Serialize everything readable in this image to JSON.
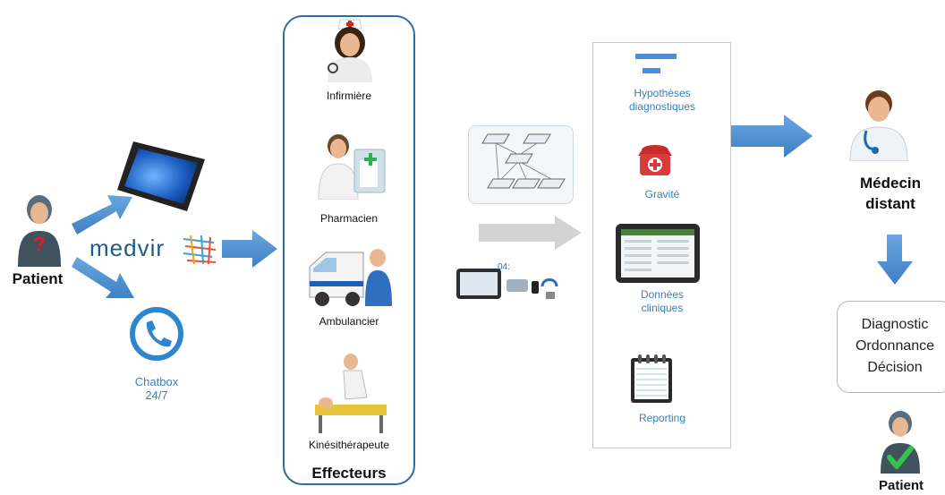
{
  "patient_left": {
    "label": "Patient"
  },
  "medvir": {
    "logo_text": "medvir"
  },
  "chatbox": {
    "label_line1": "Chatbox",
    "label_line2": "24/7"
  },
  "effecteurs": {
    "title": "Effecteurs",
    "items": [
      {
        "label": "Infirmière",
        "icon": "nurse-icon"
      },
      {
        "label": "Pharmacien",
        "icon": "pharmacist-icon"
      },
      {
        "label": "Ambulancier",
        "icon": "ambulance-icon"
      },
      {
        "label": "Kinésithérapeute",
        "icon": "physiotherapist-icon"
      }
    ]
  },
  "panel": {
    "items": [
      {
        "label_line1": "Hypothèses",
        "label_line2": "diagnostiques",
        "icon": "hypothesis-icon"
      },
      {
        "label_line1": "Gravité",
        "label_line2": "",
        "icon": "emergency-phone-icon"
      },
      {
        "label_line1": "Données",
        "label_line2": "cliniques",
        "icon": "tablet-data-icon"
      },
      {
        "label_line1": "Reporting",
        "label_line2": "",
        "icon": "notepad-icon"
      }
    ]
  },
  "device_label": "04:",
  "doctor": {
    "line1": "Médecin",
    "line2": "distant"
  },
  "result": {
    "lines": [
      "Diagnostic",
      "Ordonnance",
      "Décision"
    ]
  },
  "patient_right": {
    "label": "Patient"
  },
  "colors": {
    "arrow": "#4e8fd3",
    "border": "#2e6ca4",
    "label_blue": "#3a7fb8"
  }
}
